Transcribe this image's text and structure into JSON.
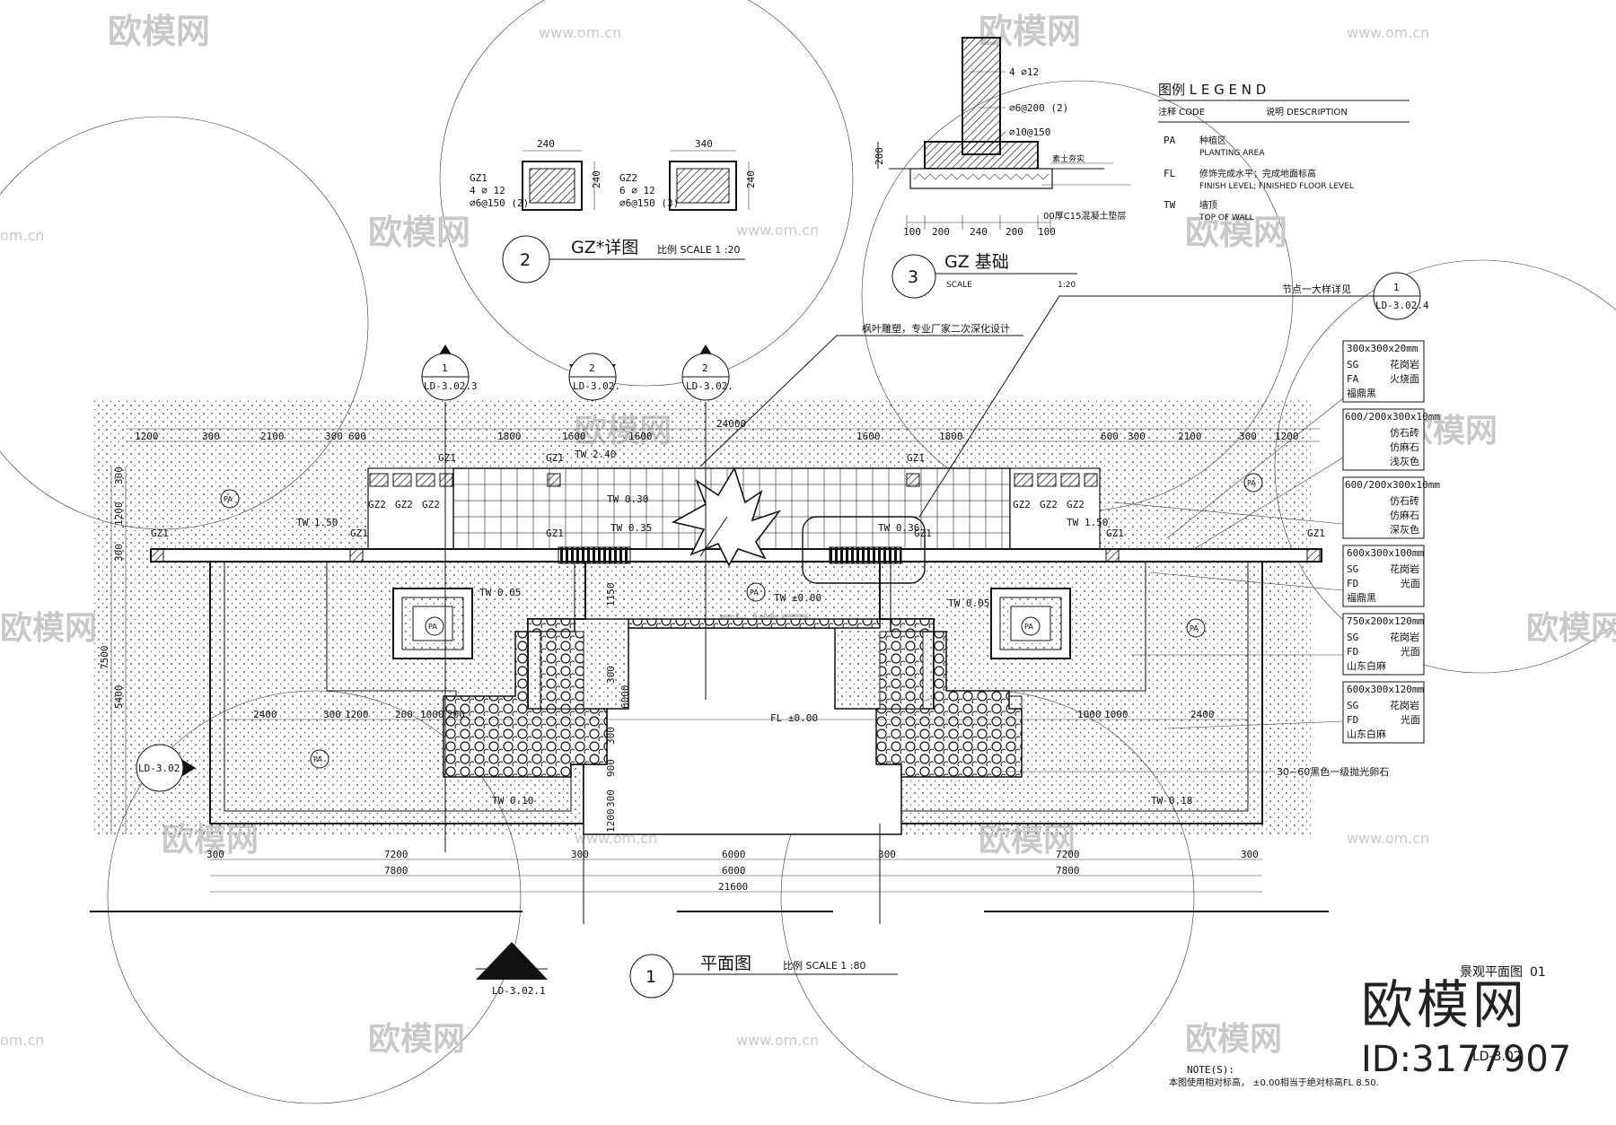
{
  "watermarks": {
    "logo_text": "欧模网",
    "url_text": "www.om.cn",
    "url_fragment": "om.cn"
  },
  "brand": {
    "name": "欧模网",
    "id": "ID:3177907"
  },
  "legend": {
    "title": "图例 L E G E N D",
    "header_code": "注释 CODE",
    "header_desc": "说明 DESCRIPTION",
    "rows": [
      {
        "code": "PA",
        "cn": "种植区",
        "en": "PLANTING AREA"
      },
      {
        "code": "FL",
        "cn": "修饰完成水平；完成地面标高",
        "en": "FINISH LEVEL; FINISHED FLOOR LEVEL"
      },
      {
        "code": "TW",
        "cn": "墙顶",
        "en": "TOP OF WALL"
      }
    ]
  },
  "detail_gz": {
    "number": "2",
    "title": "GZ*详图",
    "scale": "比例 SCALE 1 :20",
    "col1": {
      "name": "GZ1",
      "width": "240",
      "height": "240",
      "rebar": "4 ⌀ 12",
      "stirrup": "⌀6@150 (2)"
    },
    "col2": {
      "name": "GZ2",
      "width": "340",
      "height": "240",
      "rebar": "6 ⌀ 12",
      "stirrup": "⌀6@150 (3)"
    }
  },
  "detail_base": {
    "number": "3",
    "title": "GZ 基础",
    "scale_label": "SCALE",
    "scale_value": "1:20",
    "rebar_top": "4 ⌀12",
    "stirrup": "⌀6@200 (2)",
    "bar": "⌀10@150",
    "height": "200",
    "layer_note": "00厚C15混凝土垫层",
    "soil_note": "素土夯实",
    "dims": [
      "100",
      "200",
      "240",
      "200",
      "100"
    ]
  },
  "plan": {
    "number": "1",
    "title": "平面图",
    "scale": "比例 SCALE 1 :80",
    "callout_sculpture": "枫叶雕塑，专业厂家二次深化设计",
    "callout_node": "节点一大样详见",
    "node_ref": {
      "num": "1",
      "sheet": "LD-3.02.4"
    },
    "section_marks": [
      {
        "num": "1",
        "sheet": "LD-3.02.3"
      },
      {
        "num": "2",
        "sheet": "LD-3.02."
      },
      {
        "num": "2",
        "sheet": "LD-3.02."
      }
    ],
    "side_mark": {
      "sheet": "LD-3.02"
    },
    "bottom_mark": {
      "num": "1",
      "sheet": "LD-3.02.1"
    },
    "top_total": "24000",
    "top_dims": [
      "1200",
      "300",
      "2100",
      "300",
      "600",
      "1600",
      "1800",
      "1600",
      "1800",
      "1600",
      "600",
      "300",
      "2100",
      "300",
      "1200"
    ],
    "bottom_dims_1": [
      "300",
      "7200",
      "300",
      "6000",
      "300",
      "7200",
      "300"
    ],
    "bottom_dims_2": [
      "7800",
      "6000",
      "7800"
    ],
    "bottom_total": "21600",
    "left_dims": [
      "300",
      "1200",
      "300",
      "5400"
    ],
    "left_total": "7500",
    "inner_dims": [
      "2400",
      "300",
      "1200",
      "200",
      "1000",
      "200",
      "300",
      "900",
      "300",
      "1200",
      "300",
      "6000",
      "1150",
      "1000",
      "1000",
      "2400"
    ],
    "labels": {
      "gz1": "GZ1",
      "gz2": "GZ2",
      "pa": "PA",
      "tw_240": "TW 2.40",
      "tw_030": "TW 0.30",
      "tw_035": "TW 0.35",
      "tw_036": "TW 0.36",
      "tw_150": "TW 1.50",
      "tw_005": "TW 0.05",
      "tw_000": "TW ±0.00",
      "tw_010": "TW 0.10",
      "tw_018": "TW 0.18",
      "fl_000": "FL ±0.00",
      "pebble": "30~60黑色一级抛光卵石"
    }
  },
  "materials": [
    {
      "spec": "300x300x20mm",
      "lines": [
        [
          "SG",
          "花岗岩"
        ],
        [
          "FA",
          "火烧面"
        ],
        [
          "",
          "福鼎黑"
        ]
      ]
    },
    {
      "spec": "600/200x300x10mm",
      "lines": [
        [
          "",
          "仿石砖"
        ],
        [
          "",
          "仿麻石"
        ],
        [
          "",
          "浅灰色"
        ]
      ]
    },
    {
      "spec": "600/200x300x10mm",
      "lines": [
        [
          "",
          "仿石砖"
        ],
        [
          "",
          "仿麻石"
        ],
        [
          "",
          "深灰色"
        ]
      ]
    },
    {
      "spec": "600x300x100mm",
      "lines": [
        [
          "SG",
          "花岗岩"
        ],
        [
          "FD",
          "光面"
        ],
        [
          "",
          "福鼎黑"
        ]
      ]
    },
    {
      "spec": "750x200x120mm",
      "lines": [
        [
          "SG",
          "花岗岩"
        ],
        [
          "FD",
          "光面"
        ],
        [
          "",
          "山东白麻"
        ]
      ]
    },
    {
      "spec": "600x300x120mm",
      "lines": [
        [
          "SG",
          "花岗岩"
        ],
        [
          "FD",
          "光面"
        ],
        [
          "",
          "山东白麻"
        ]
      ]
    }
  ],
  "sheet": {
    "title_fragment": "景观平面图",
    "code_fragment": "01",
    "code2": "LD-3.02"
  },
  "notes": {
    "title": "NOTE(S):",
    "text": "本图使用相对标高， ±0.00相当于绝对标高FL 8.50."
  }
}
